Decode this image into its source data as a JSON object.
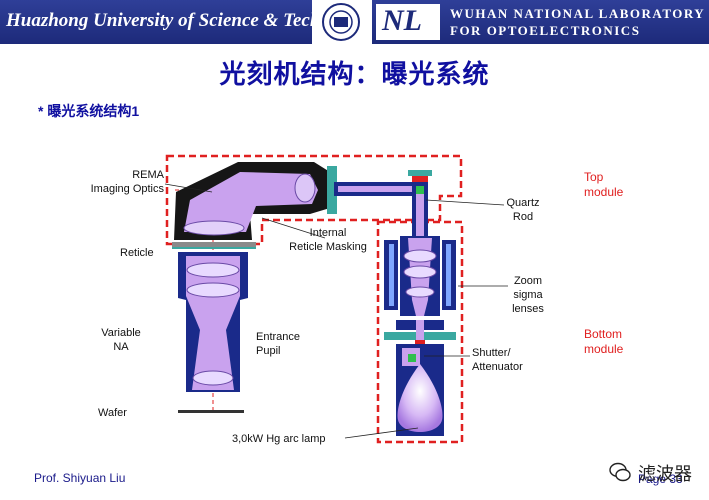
{
  "header": {
    "university": "Huazhong University of Science & Technology",
    "lab_logo": "NL",
    "lab_line1": "WUHAN NATIONAL LABORATORY",
    "lab_line2": "FOR OPTOELECTRONICS"
  },
  "title": "光刻机结构：曝光系统",
  "subtitle": "* 曝光系统结构1",
  "labels": {
    "rema": [
      "REMA",
      "Imaging Optics"
    ],
    "reticle": "Reticle",
    "variable_na": [
      "Variable",
      "NA"
    ],
    "wafer": "Wafer",
    "internal": [
      "Internal",
      "Reticle Masking"
    ],
    "entrance": [
      "Entrance",
      "Pupil"
    ],
    "quartz": [
      "Quartz",
      "Rod"
    ],
    "zoom": [
      "Zoom",
      "sigma",
      "lenses"
    ],
    "shutter": [
      "Shutter/",
      "Attenuator"
    ],
    "lamp": "3,0kW Hg arc lamp",
    "top_module": [
      "Top",
      "module"
    ],
    "bottom_module": [
      "Bottom",
      "module"
    ]
  },
  "footer": {
    "author": "Prof. Shiyuan  Liu",
    "page": "Page 33",
    "watermark": "滤波器"
  },
  "colors": {
    "header_bg": "#1d2a7a",
    "title": "#1010a0",
    "module_border": "#e02020",
    "housing": "#1a2a8a",
    "beam": "#c9a2ee",
    "frame": "#3aa8a0"
  }
}
